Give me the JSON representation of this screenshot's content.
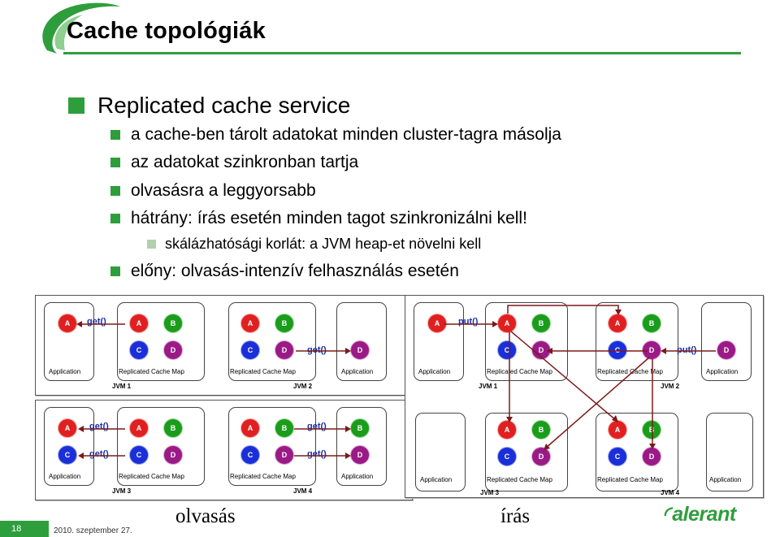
{
  "header": {
    "title": "Cache topológiák"
  },
  "bullets": {
    "main": "Replicated cache service",
    "items": [
      "a cache-ben tárolt adatokat minden cluster-tagra másolja",
      "az adatokat szinkronban tartja",
      "olvasásra a leggyorsabb",
      "hátrány: írás esetén minden tagot szinkronizálni kell!"
    ],
    "sub": "skálázhatósági korlát: a JVM heap-et növelni kell",
    "last": "előny: olvasás-intenzív felhasználás esetén"
  },
  "diagram": {
    "labels": {
      "application": "Application",
      "replicated_cache_map": "Replicated Cache Map",
      "get": "get()",
      "put": "put()"
    },
    "jvm": [
      "JVM 1",
      "JVM 2",
      "JVM 3",
      "JVM 4"
    ],
    "entries": {
      "a": "A",
      "b": "B",
      "c": "C",
      "d": "D"
    }
  },
  "captions": {
    "read": "olvasás",
    "write": "írás"
  },
  "footer": {
    "page": "18",
    "date": "2010. szeptember 27.",
    "logo": "alerant"
  },
  "colors": {
    "accent": "#2e9e3c",
    "red": "#e02020",
    "green": "#1a9d1a",
    "blue": "#1a2fd8",
    "purple": "#9a1a86",
    "arrow": "#7a1a1a"
  }
}
